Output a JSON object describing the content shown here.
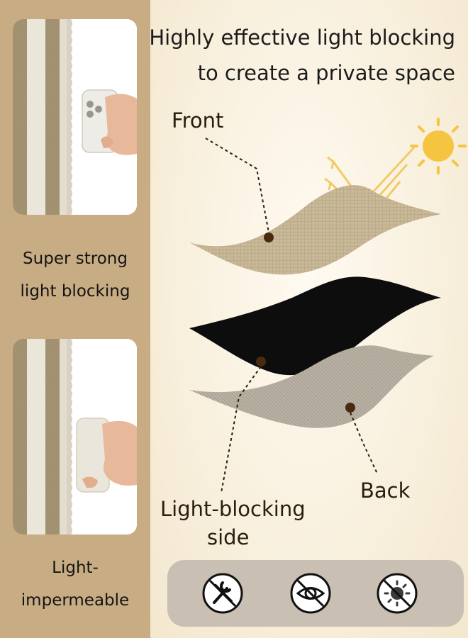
{
  "headline": {
    "line1": "Highly effective light blocking",
    "line2": "to create a private space"
  },
  "left_panel": {
    "caption_top": [
      "Super strong",
      "light blocking"
    ],
    "caption_bottom": [
      "Light-",
      "impermeable"
    ]
  },
  "layers": {
    "front_label": "Front",
    "blocking_label_line1": "Light-blocking",
    "blocking_label_line2": "side",
    "back_label": "Back"
  },
  "feature_icons": [
    "no-tools-icon",
    "no-see-through-icon",
    "no-sunlight-icon"
  ],
  "colors": {
    "left_panel": "#c8ad84",
    "fabric_front": "#c9b999",
    "fabric_middle": "#0d0d0d",
    "fabric_back": "#b8b0a3",
    "sun": "#f5c542",
    "marker": "#4a2a0f",
    "icon_bar": "#c9bfb2"
  }
}
